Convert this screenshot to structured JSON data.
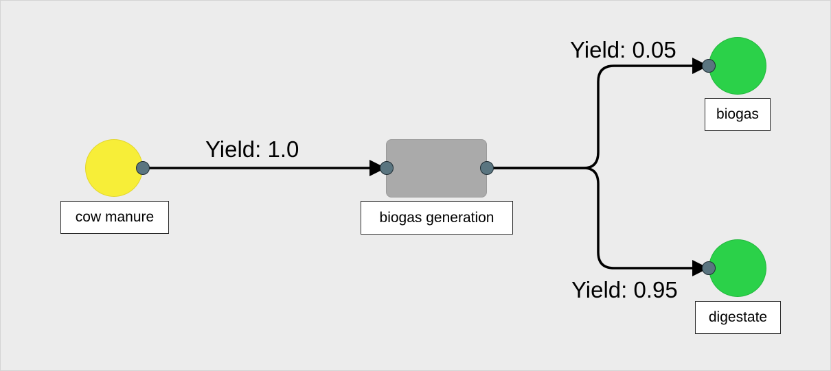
{
  "nodes": {
    "cow_manure": {
      "label": "cow manure",
      "color": "#f7ee38",
      "border_color": "#e3d62a"
    },
    "biogas_generation": {
      "label": "biogas generation",
      "color": "#aaaaaa"
    },
    "biogas": {
      "label": "biogas",
      "color": "#2bd149",
      "border_color": "#22b83d"
    },
    "digestate": {
      "label": "digestate",
      "color": "#2bd149",
      "border_color": "#22b83d"
    }
  },
  "edges": [
    {
      "from": "cow manure",
      "to": "biogas generation",
      "label": "Yield: 1.0"
    },
    {
      "from": "biogas generation",
      "to": "biogas",
      "label": "Yield: 0.05"
    },
    {
      "from": "biogas generation",
      "to": "digestate",
      "label": "Yield: 0.95"
    }
  ],
  "colors": {
    "background": "#ececec",
    "port": "#5a7580",
    "edge": "#000000"
  }
}
